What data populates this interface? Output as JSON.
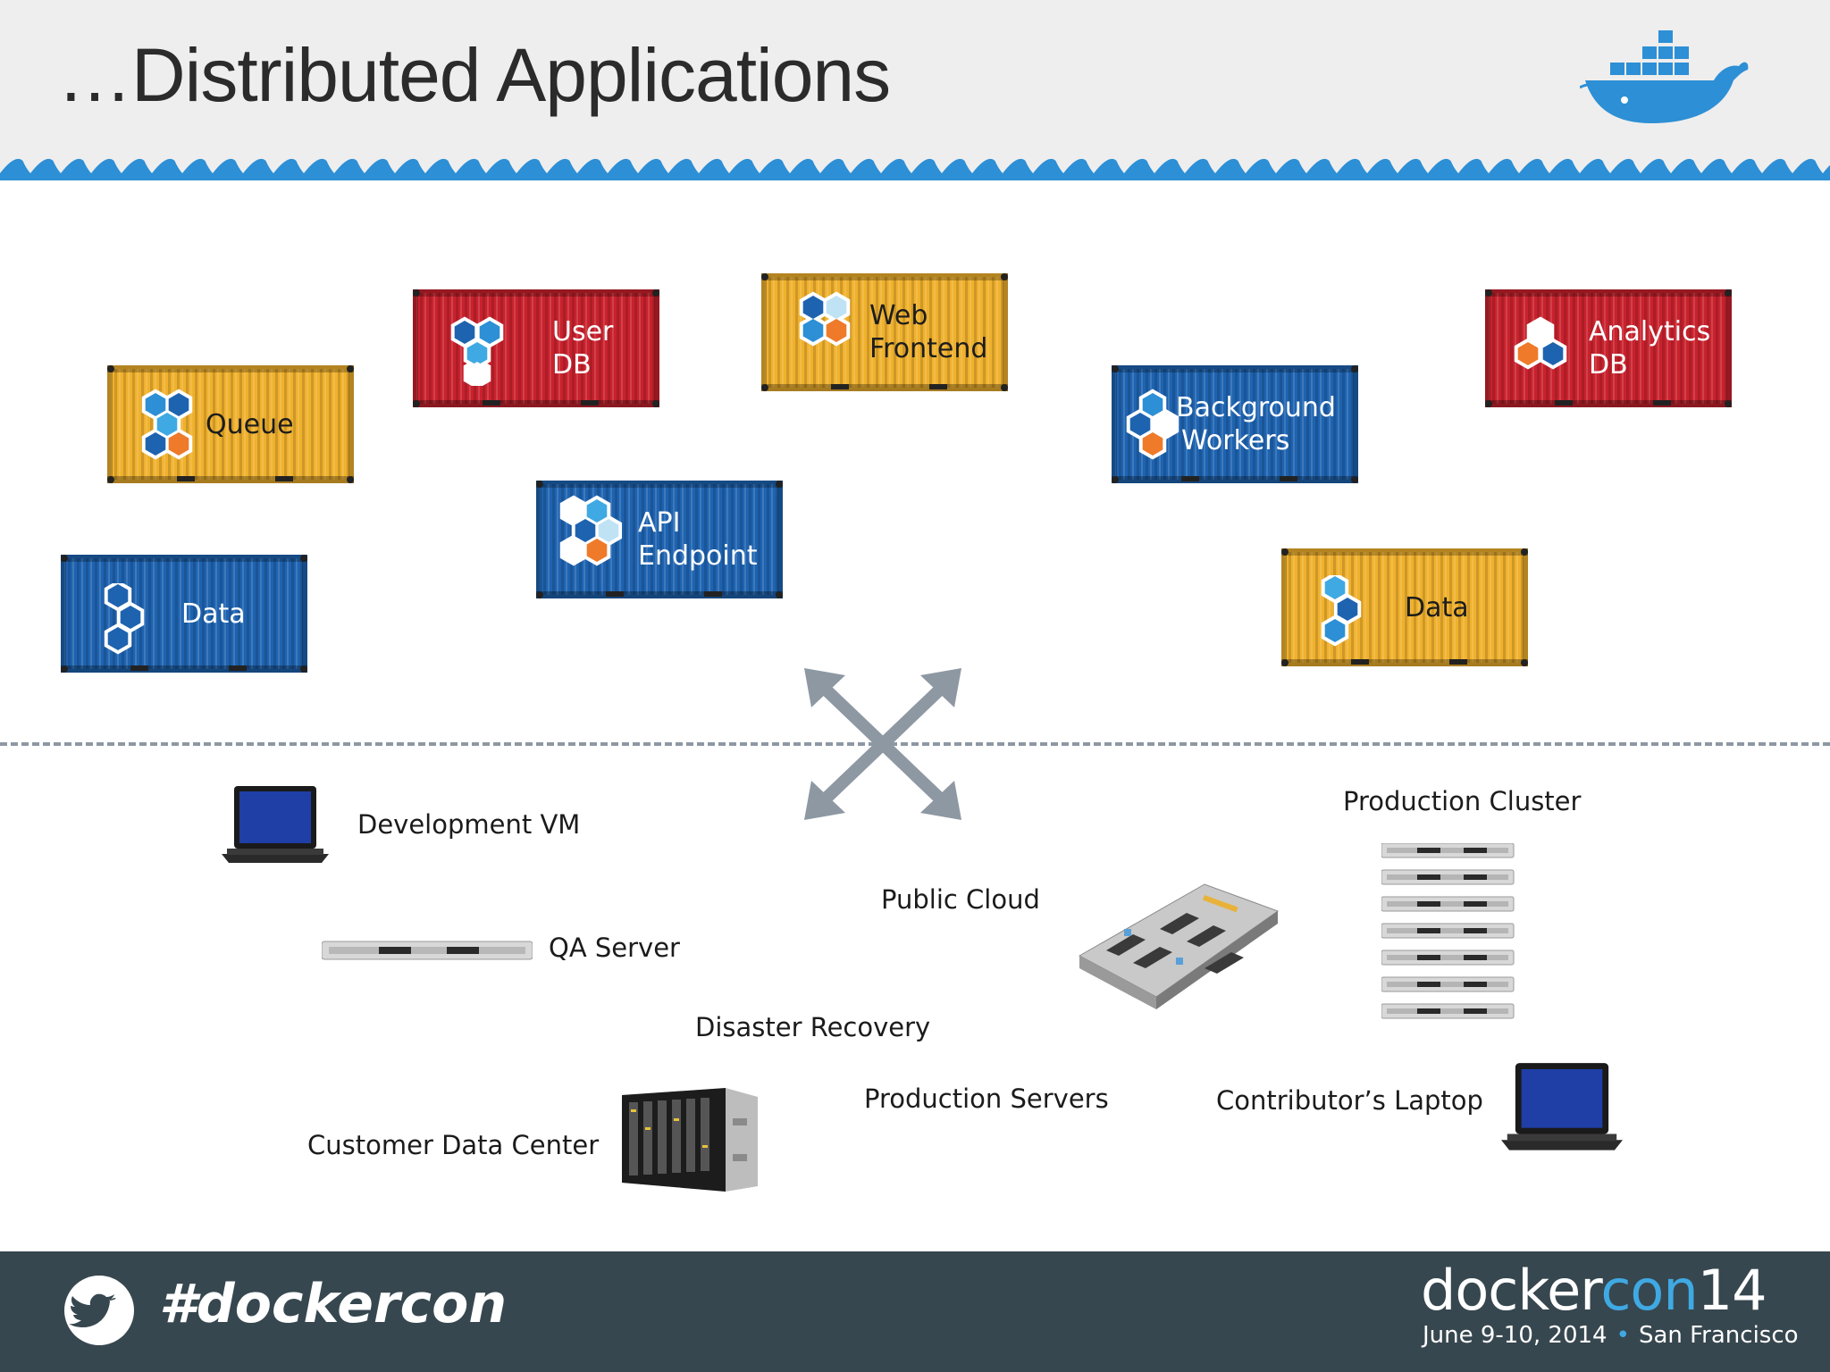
{
  "slide": {
    "title": "…Distributed Applications"
  },
  "colors": {
    "red": "#c8222d",
    "yellow": "#f0b12d",
    "blue": "#1e63b0",
    "header_bg": "#eeeeee",
    "wave": "#2d8fd5",
    "footer_bg": "#37474f",
    "accent": "#3fa9e3"
  },
  "containers": [
    {
      "name": "user-db",
      "color": "red",
      "line1": "User",
      "line2": "DB"
    },
    {
      "name": "web-frontend",
      "color": "yellow",
      "line1": "Web",
      "line2": "Frontend"
    },
    {
      "name": "analytics-db",
      "color": "red",
      "line1": "Analytics",
      "line2": "DB"
    },
    {
      "name": "queue",
      "color": "yellow",
      "line1": "Queue",
      "line2": ""
    },
    {
      "name": "background-workers",
      "color": "blue",
      "line1": "Background",
      "line2": "Workers"
    },
    {
      "name": "api-endpoint",
      "color": "blue",
      "line1": "API",
      "line2": "Endpoint"
    },
    {
      "name": "data-blue",
      "color": "blue",
      "line1": "Data",
      "line2": ""
    },
    {
      "name": "data-yellow",
      "color": "yellow",
      "line1": "Data",
      "line2": ""
    }
  ],
  "environments": {
    "development_vm": "Development VM",
    "qa_server": "QA Server",
    "public_cloud": "Public Cloud",
    "production_cluster": "Production Cluster",
    "disaster_recovery": "Disaster Recovery",
    "production_servers": "Production Servers",
    "contributors_laptop": "Contributor’s Laptop",
    "customer_data_center": "Customer Data Center"
  },
  "footer": {
    "hashtag": "#dockercon",
    "brand_docker": "docker",
    "brand_con": "con",
    "brand_year": "14",
    "dates": "June 9-10, 2014",
    "location": "San Francisco",
    "icon": "twitter-bird-icon"
  }
}
